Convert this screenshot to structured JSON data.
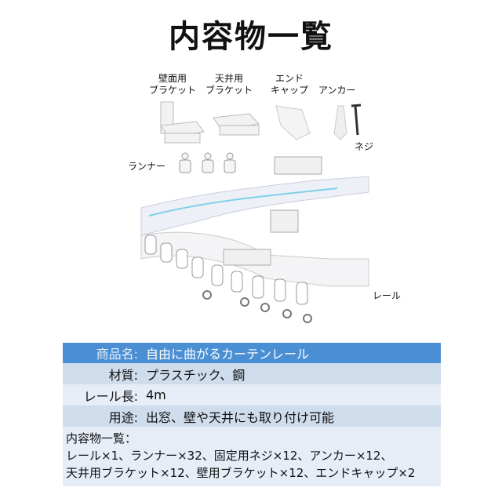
{
  "title": "内容物一覧",
  "parts": {
    "wall_bracket": "壁面用\nブラケット",
    "ceiling_bracket": "天井用\nブラケット",
    "end_cap": "エンド\nキャップ",
    "anchor": "アンカー",
    "screw": "ネジ",
    "runner": "ランナー",
    "rail": "レール"
  },
  "specs": [
    {
      "label": "商品名:",
      "value": "自由に曲がるカーテンレール"
    },
    {
      "label": "材質:",
      "value": "プラスチック、鋼"
    },
    {
      "label": "レール長:",
      "value": "4m"
    },
    {
      "label": "用途:",
      "value": "出窓、壁や天井にも取り付け可能"
    }
  ],
  "contents": {
    "heading": "内容物一覧：",
    "line1": "レール×1、ランナー×32、固定用ネジ×12、アンカー×12、",
    "line2": "天井用ブラケット×12、壁用ブラケット×12、エンドキャップ×2"
  },
  "colors": {
    "header": "#4a8ed4",
    "row_dark": "#cfdcec",
    "row_light": "#e6edf6"
  }
}
